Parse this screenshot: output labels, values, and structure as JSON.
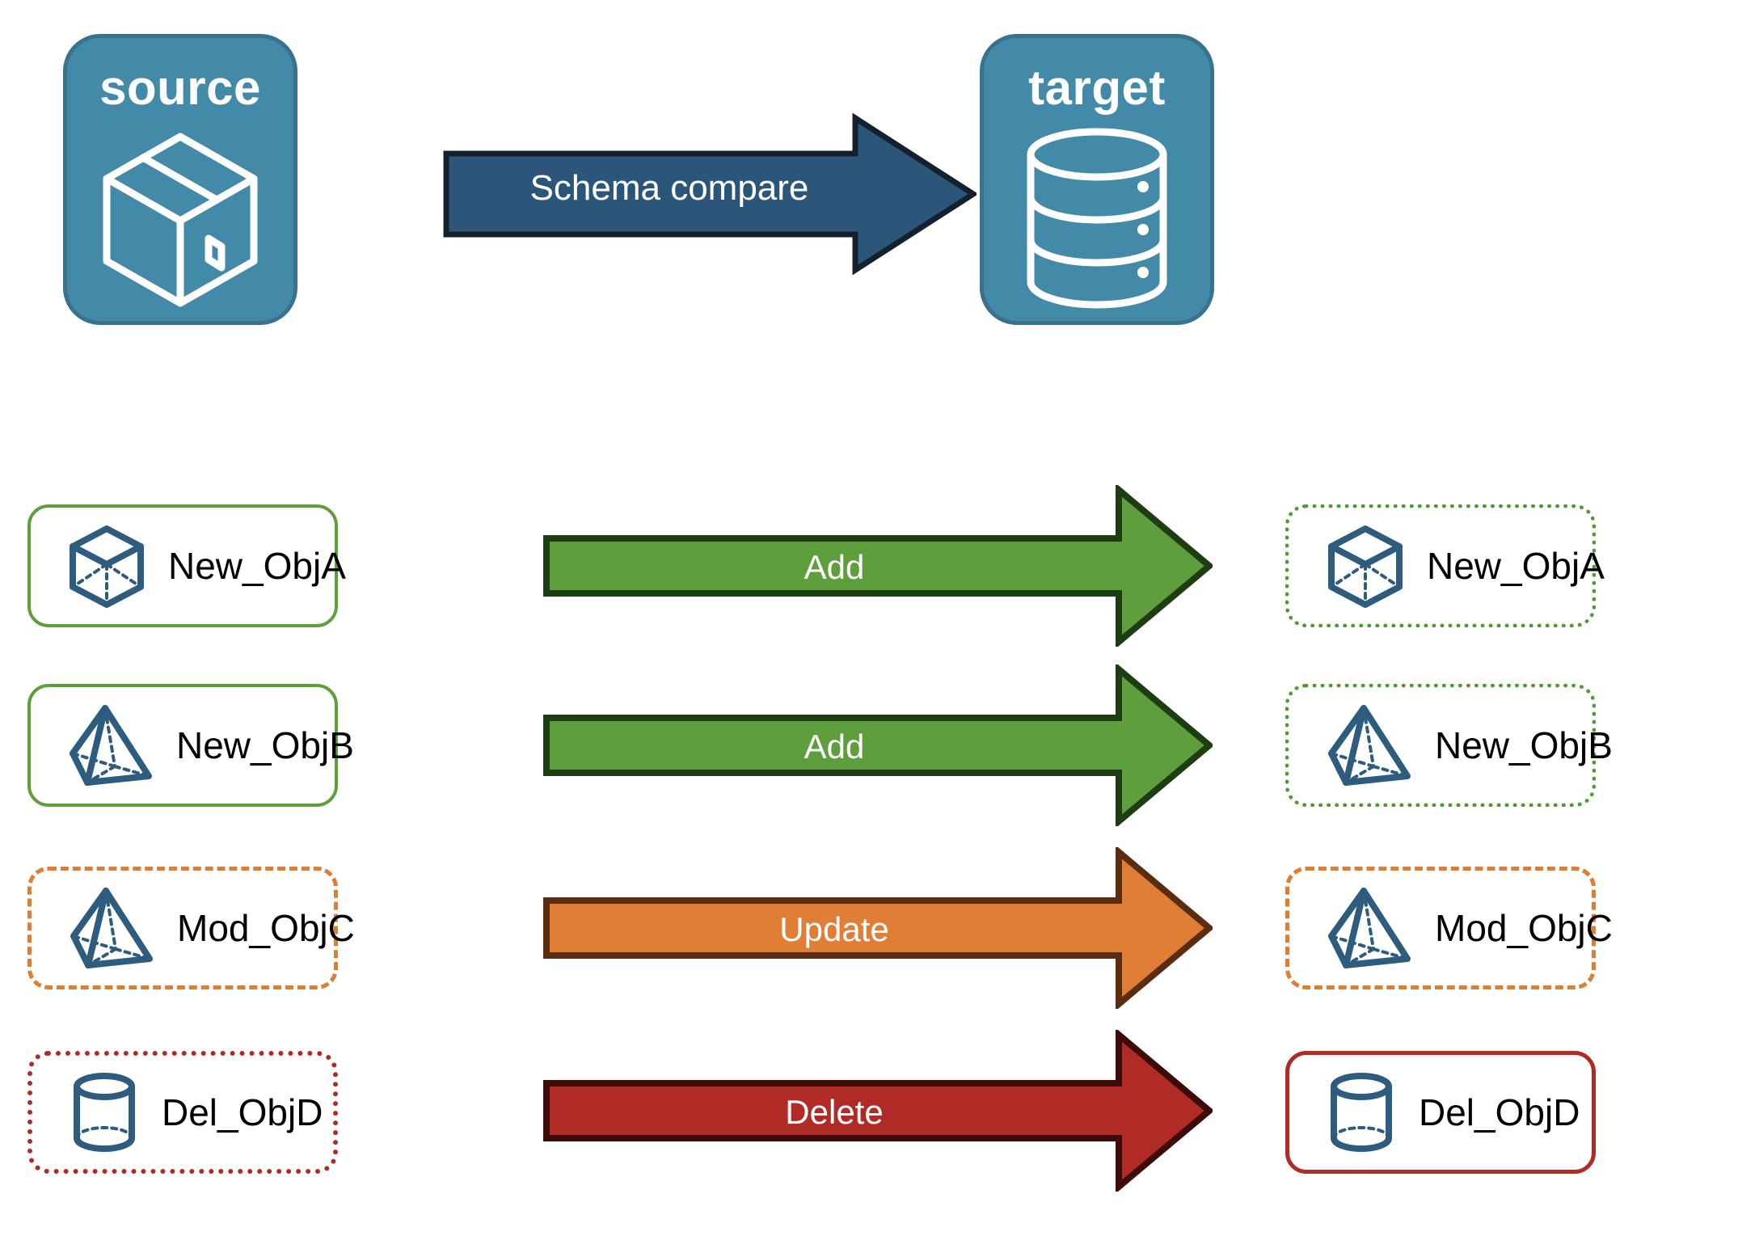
{
  "diagram": {
    "title": "Schema compare",
    "background": "#ffffff"
  },
  "endpoints": [
    {
      "id": "source",
      "label": "source",
      "icon": "package-box-icon",
      "fill": "#4389a8",
      "stroke": "#38728c"
    },
    {
      "id": "target",
      "label": "target",
      "icon": "database-cylinder-icon",
      "fill": "#4389a8",
      "stroke": "#38728c"
    }
  ],
  "compare": {
    "label": "Schema compare",
    "fill": "#2b567a",
    "stroke": "#14202e",
    "text_color": "#ffffff"
  },
  "rows": [
    {
      "source": {
        "label": "New_ObjA",
        "icon": "wireframe-cube-icon",
        "border_style": "solid",
        "border_color": "#5e9e3d"
      },
      "action": {
        "label": "Add",
        "fill": "#5e9e3d",
        "stroke": "#1f3d12",
        "text_color": "#ffffff"
      },
      "target": {
        "label": "New_ObjA",
        "icon": "wireframe-cube-icon",
        "border_style": "dotted",
        "border_color": "#4f9a35"
      }
    },
    {
      "source": {
        "label": "New_ObjB",
        "icon": "wireframe-pyramid-icon",
        "border_style": "solid",
        "border_color": "#5e9e3d"
      },
      "action": {
        "label": "Add",
        "fill": "#5e9e3d",
        "stroke": "#1f3d12",
        "text_color": "#ffffff"
      },
      "target": {
        "label": "New_ObjB",
        "icon": "wireframe-pyramid-icon",
        "border_style": "dotted",
        "border_color": "#4f9a35"
      }
    },
    {
      "source": {
        "label": "Mod_ObjC",
        "icon": "wireframe-pyramid-icon",
        "border_style": "dashed",
        "border_color": "#dd7e33"
      },
      "action": {
        "label": "Update",
        "fill": "#e07e36",
        "stroke": "#5a2d10",
        "text_color": "#ffffff"
      },
      "target": {
        "label": "Mod_ObjC",
        "icon": "wireframe-pyramid-icon",
        "border_style": "dashed",
        "border_color": "#dd7e33"
      }
    },
    {
      "source": {
        "label": "Del_ObjD",
        "icon": "wireframe-cylinder-icon",
        "border_style": "dotted",
        "border_color": "#b02a26"
      },
      "action": {
        "label": "Delete",
        "fill": "#b02a26",
        "stroke": "#3d0b09",
        "text_color": "#ffffff"
      },
      "target": {
        "label": "Del_ObjD",
        "icon": "wireframe-cylinder-icon",
        "border_style": "solid",
        "border_color": "#b02a26"
      }
    }
  ],
  "palette": {
    "endpoint_fill": "#4389a8",
    "endpoint_stroke": "#38728c",
    "compare_fill": "#2b567a",
    "add_green": "#5e9e3d",
    "update_orange": "#e07e36",
    "delete_red": "#b02a26",
    "icon_blue": "#2e5c7e",
    "text_black": "#000000",
    "text_white": "#ffffff"
  }
}
